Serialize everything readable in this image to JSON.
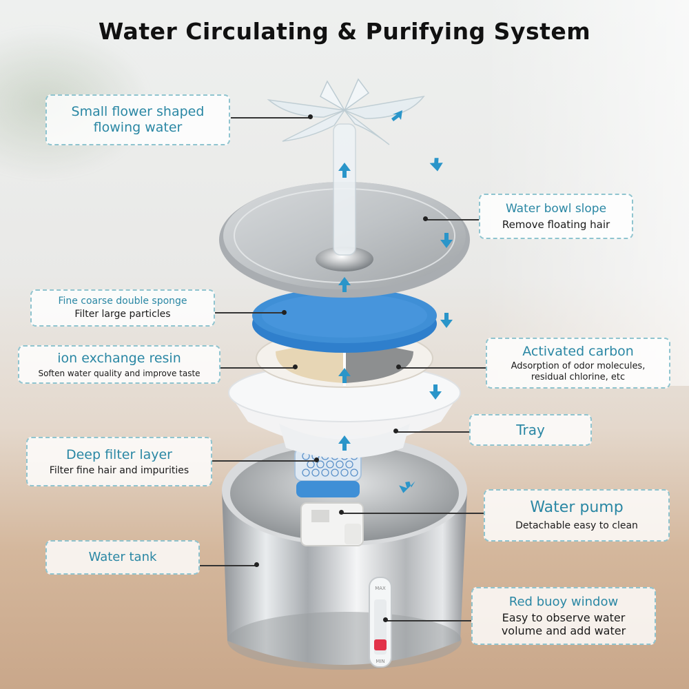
{
  "title": "Water Circulating & Purifying System",
  "labels": {
    "flower": {
      "head": "Small flower shaped flowing water"
    },
    "bowl": {
      "head": "Water bowl slope",
      "sub": "Remove floating hair"
    },
    "sponge": {
      "head": "Fine coarse double sponge",
      "sub": "Filter large particles"
    },
    "carbon": {
      "head": "Activated carbon",
      "sub": "Adsorption of odor molecules, residual chlorine, etc"
    },
    "resin": {
      "head": "ion exchange resin",
      "sub": "Soften water quality and improve taste"
    },
    "tray": {
      "head": "Tray"
    },
    "deep": {
      "head": "Deep filter layer",
      "sub": "Filter fine hair and impurities"
    },
    "pump": {
      "head": "Water pump",
      "sub": "Detachable easy to clean"
    },
    "tank": {
      "head": "Water tank"
    },
    "buoy": {
      "head": "Red buoy window",
      "sub": "Easy to observe water volume and add water"
    }
  },
  "window_marks": {
    "top": "MAX",
    "bottom": "MIN"
  },
  "colors": {
    "accent": "#2a87a4",
    "arrow": "#2a95c9",
    "sponge": "#3f8fd6",
    "border": "#8fc4cf"
  }
}
